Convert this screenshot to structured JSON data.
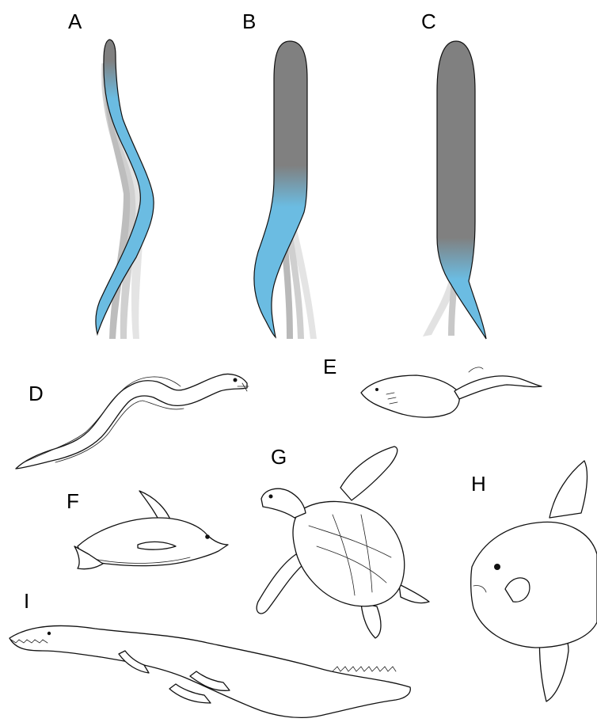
{
  "colors": {
    "body_gray": "#808080",
    "propulsive_blue": "#6bbce2",
    "ghost_gray_light": "#e2e2e2",
    "ghost_gray_mid": "#c4c4c4",
    "outline": "#111111"
  },
  "panels": {
    "a": {
      "label": "A"
    },
    "b": {
      "label": "B"
    },
    "c": {
      "label": "C"
    },
    "d": {
      "label": "D"
    },
    "e": {
      "label": "E"
    },
    "f": {
      "label": "F"
    },
    "g": {
      "label": "G"
    },
    "h": {
      "label": "H"
    },
    "i": {
      "label": "I"
    }
  }
}
